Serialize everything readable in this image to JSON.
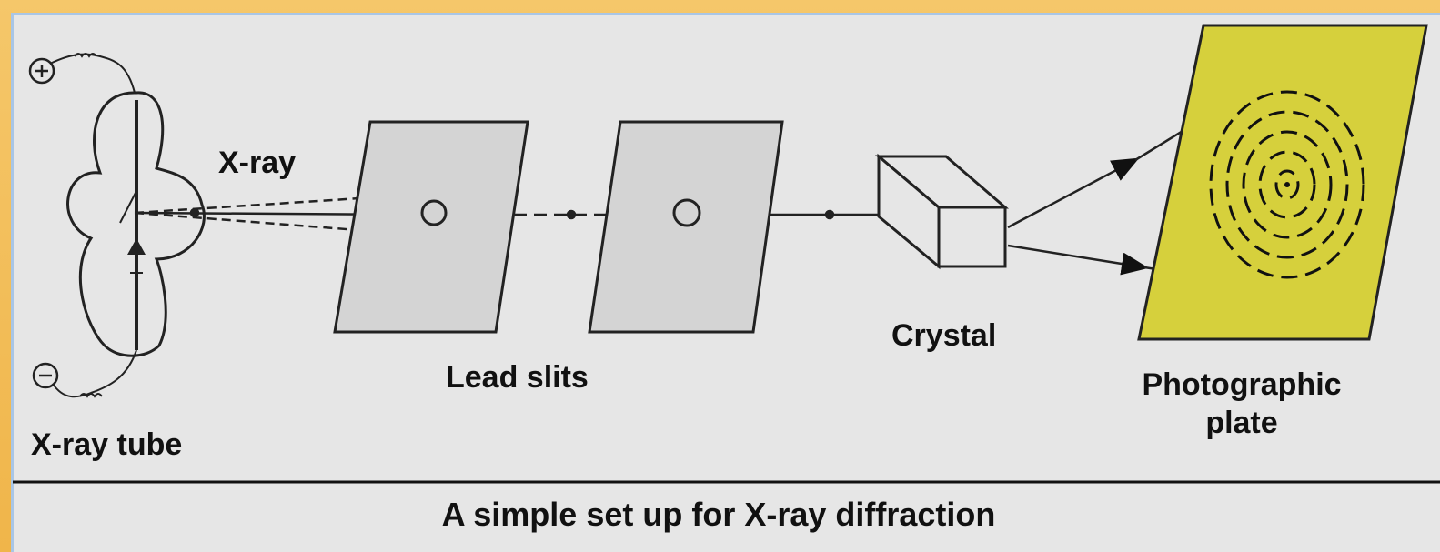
{
  "labels": {
    "xray": "X-ray",
    "xray_tube": "X-ray tube",
    "lead_slits": "Lead slits",
    "crystal": "Crystal",
    "plate_line1": "Photographic",
    "plate_line2": "plate"
  },
  "caption": "A simple set up for X-ray diffraction",
  "colors": {
    "background": "#e6e6e6",
    "plate": "#d6d03c",
    "slit": "#d4d4d4",
    "outer_border": "#f0b54a"
  },
  "icons": {
    "anode": "plus-terminal-icon",
    "cathode": "minus-terminal-icon"
  }
}
